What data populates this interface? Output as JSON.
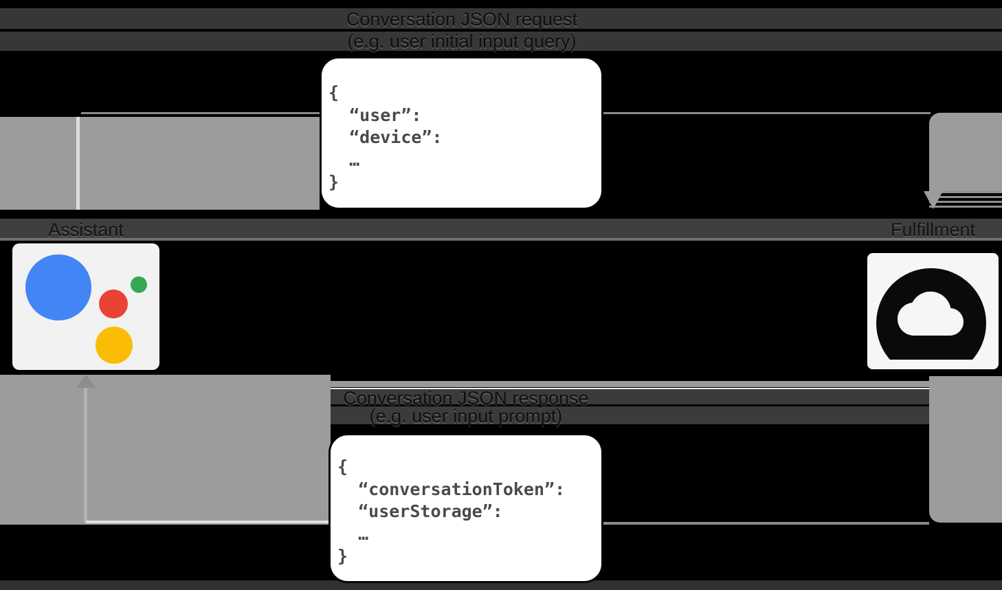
{
  "request": {
    "label_line1": "Conversation JSON request",
    "label_line2": "(e.g. user initial input query)",
    "code": "{\n  “user”:\n  “device”:\n  …\n}"
  },
  "response": {
    "label_line1": "Conversation JSON response",
    "label_line2": "(e.g. user input prompt)",
    "code": "{\n  “conversationToken”:\n  “userStorage”:\n  …\n}"
  },
  "nodes": {
    "assistant": {
      "label": "Assistant",
      "icon": "google-assistant-icon"
    },
    "fulfillment": {
      "label": "Fulfillment",
      "icon": "cloud-icon"
    }
  },
  "colors": {
    "background": "#000000",
    "arrow_gray": "#9c9c9c",
    "caption_band": "#373737",
    "node_band": "#3e3e3e",
    "json_text": "#4a4a4a",
    "assistant_blue": "#4285f4",
    "assistant_red": "#ea4335",
    "assistant_yellow": "#fbbc05",
    "assistant_green": "#34a853"
  }
}
